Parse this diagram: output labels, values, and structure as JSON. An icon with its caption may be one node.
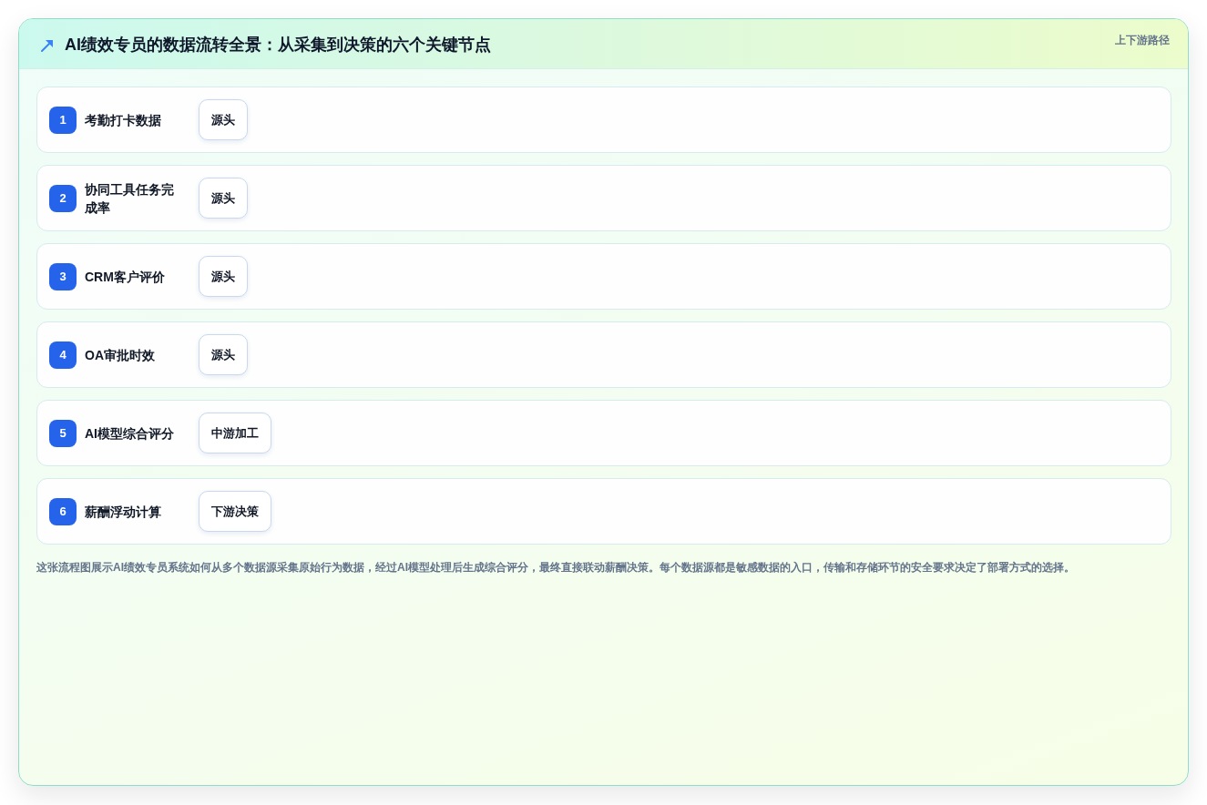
{
  "diagram": {
    "title": "AI绩效专员的数据流转全景：从采集到决策的六个关键节点",
    "caption": "这张流程图展示AI绩效专员系统如何从多个数据源采集原始行为数据，经过AI模型处理后生成综合评分，最终直接联动薪酬决策。每个数据源都是敏感数据的入口，传输和存储环节的安全要求决定了部署方式的选择。",
    "nodes": [
      {
        "text": [
          "考勤打卡数据"
        ]
      },
      {
        "text": [
          "1"
        ],
        "in": 0
      },
      {
        "text": [
          "源头"
        ],
        "in": 0
      },
      {
        "text": [
          "协同工具任务完成率"
        ]
      },
      {
        "text": [
          "2"
        ],
        "in": 3
      },
      {
        "text": [
          "源头"
        ],
        "in": 3
      },
      {
        "text": [
          "CRM客户评价"
        ]
      },
      {
        "text": [
          "3"
        ],
        "in": 6
      },
      {
        "text": [
          "源头"
        ],
        "in": 6
      },
      {
        "text": [
          "OA审批时效"
        ]
      },
      {
        "text": [
          "4"
        ],
        "in": 9
      },
      {
        "text": [
          "源头"
        ],
        "in": 9
      },
      {
        "text": [
          "AI模型综合评分"
        ]
      },
      {
        "text": [
          "5"
        ],
        "in": 12
      },
      {
        "text": [
          "中游加工"
        ],
        "in": 12
      },
      {
        "text": [
          "薪酬浮动计算"
        ]
      },
      {
        "text": [
          "6"
        ],
        "in": 15
      },
      {
        "text": [
          "下游决策"
        ],
        "in": 15
      }
    ],
    "labels": [
      "上下游路径"
    ]
  }
}
